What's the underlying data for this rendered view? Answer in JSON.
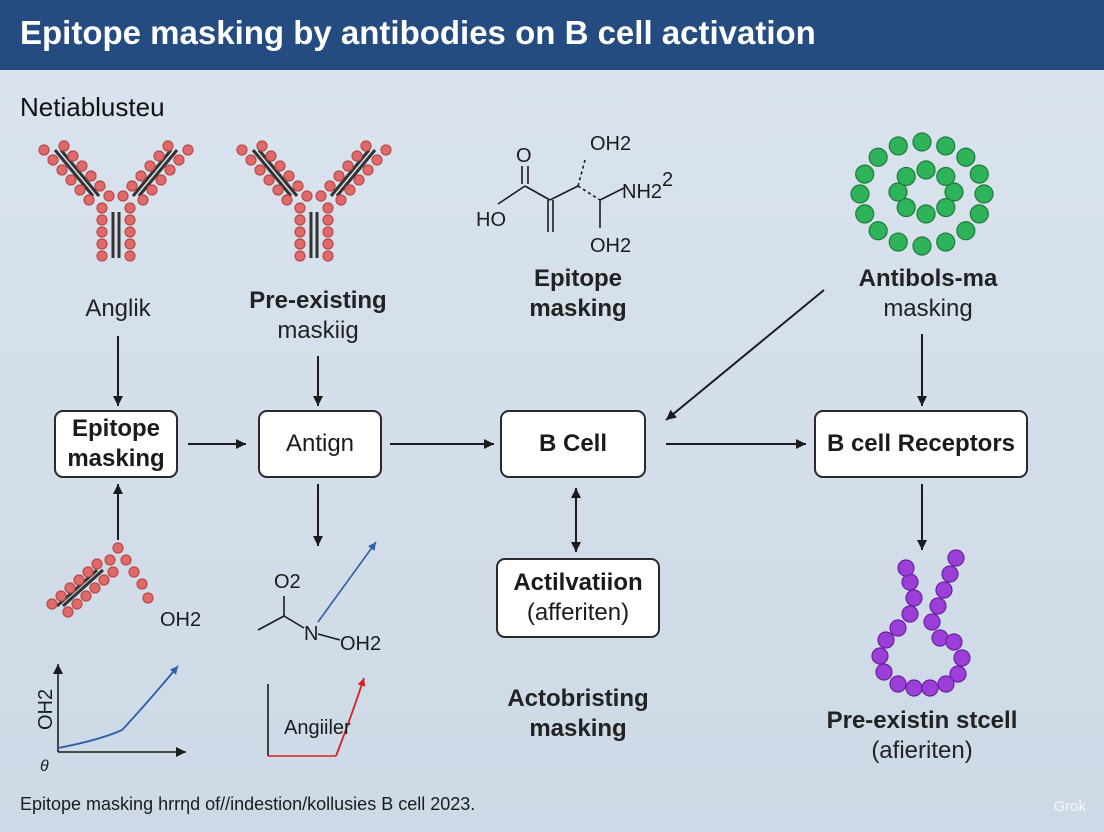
{
  "title": "Epitope masking by antibodies on B cell activation",
  "subheading": "Netiablusteu",
  "labels": {
    "antibody_left": "Anglik",
    "antibody_mid_line1": "Pre-existing",
    "antibody_mid_line2": "maskiig",
    "epitope_line1": "Epitope",
    "epitope_line2": "masking",
    "antibolsma_line1": "Antibols-ma",
    "antibolsma_line2": "masking",
    "actobristing_line1": "Actobristing",
    "actobristing_line2": "masking",
    "preexistin_line1": "Pre-existin stcell",
    "preexistin_line2": "(afieriten)"
  },
  "boxes": {
    "epitope_masking_line1": "Epitope",
    "epitope_masking_line2": "masking",
    "antign": "Antign",
    "b_cell": "B Cell",
    "b_cell_receptors": "B cell Receptors",
    "activation_line1": "Actilvatiion",
    "activation_line2": "(afferiten)"
  },
  "chem": {
    "top_o": "O",
    "top_oh2_a": "OH2",
    "top_nh2": "NH2",
    "top_sup": "2",
    "top_ho": "HO",
    "top_oh2_b": "OH2",
    "left_oh2": "OH2",
    "mid_o2": "O2",
    "mid_n": "N",
    "mid_oh2": "OH2",
    "graph_ylabel": "OH2",
    "graph_angiler": "Angiiler",
    "graph_theta": "θ"
  },
  "footer": "Epitope masking hrrηd of//indestion/kollusies B cell 2023.",
  "watermark": "Grok",
  "colors": {
    "title_bar": "#244c80",
    "red_beads": "#e06a6a",
    "green_beads": "#2fb35a",
    "purple_beads": "#9b3fd8",
    "blue_line": "#2f5fa8",
    "red_line": "#d62020"
  },
  "icons": [
    "antibody-icon",
    "molecule-icon",
    "green-bead-ring-icon",
    "purple-bead-chain-icon",
    "line-graph-icon"
  ]
}
